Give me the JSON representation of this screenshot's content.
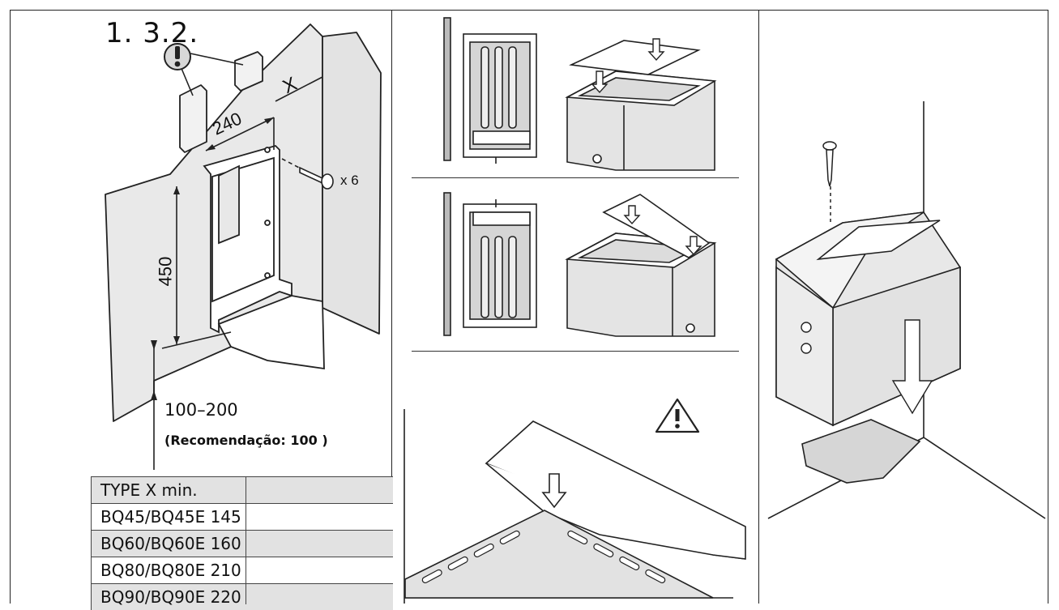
{
  "section_number": "1. 3.2.",
  "dimensions": {
    "x_label": "X",
    "width_label": "240",
    "height_label": "450",
    "screw_qty": "x 6",
    "floor_range": "100–200",
    "recommendation": "(Recomendação: 100 )"
  },
  "table": {
    "header": "TYPE X min.",
    "rows": [
      {
        "model": "BQ45/BQ45E",
        "x_min": "145"
      },
      {
        "model": "BQ60/BQ60E",
        "x_min": "160"
      },
      {
        "model": "BQ80/BQ80E",
        "x_min": "210"
      },
      {
        "model": "BQ90/BQ90E",
        "x_min": "220"
      }
    ]
  },
  "icons": {
    "attention": "exclamation-circle-icon",
    "warning": "warning-triangle-icon",
    "screw": "screw-icon"
  },
  "colors": {
    "line": "#222222",
    "panel_fill": "#e8e8e8",
    "table_shade": "#e2e2e2"
  }
}
